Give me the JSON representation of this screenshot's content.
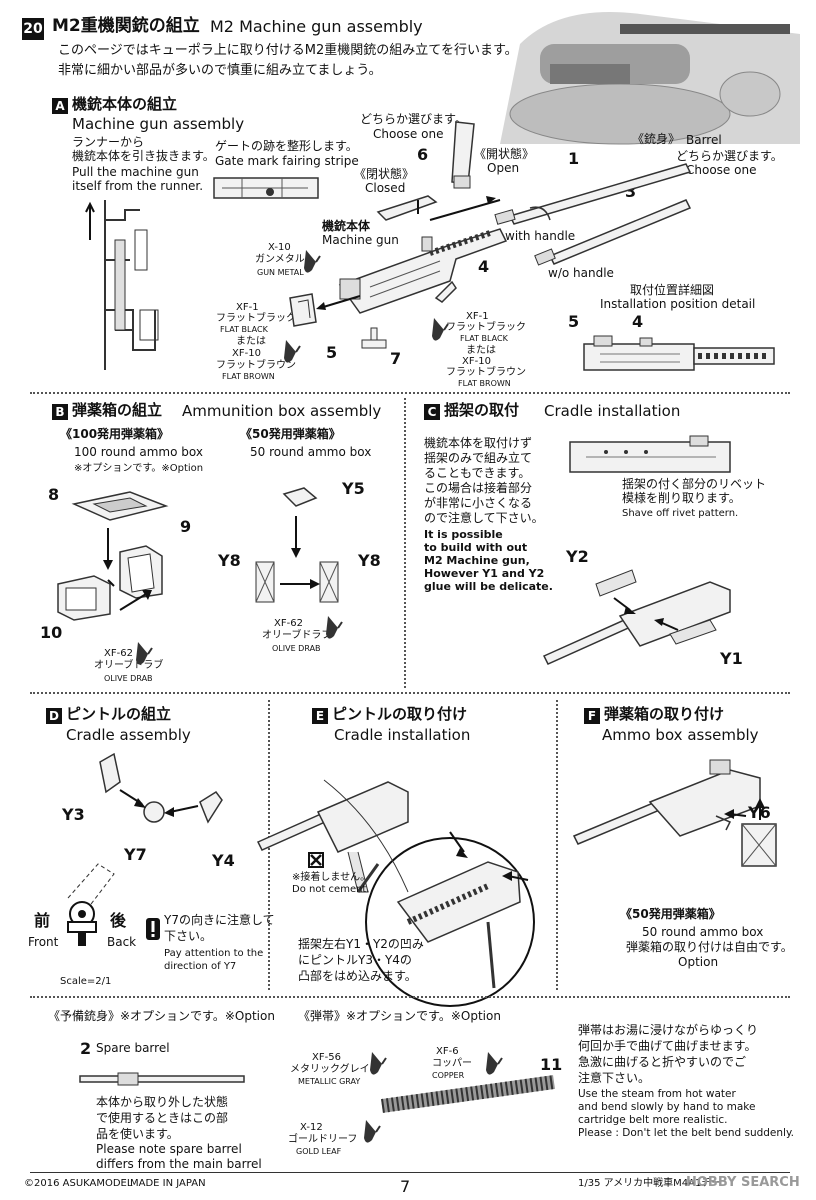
{
  "header": {
    "step": "20",
    "title_jp": "M2重機関銃の組立",
    "title_en": "M2 Machine gun assembly",
    "intro_1": "このページではキューポラ上に取り付けるM2重機関銃の組み立てを行います。",
    "intro_2": "非常に細かい部品が多いので慎重に組み立てましょう。"
  },
  "secA": {
    "letter": "A",
    "title_jp": "機銃本体の組立",
    "title_en": "Machine gun assembly",
    "runner_jp_1": "ランナーから",
    "runner_jp_2": "機銃本体を引き抜きます。",
    "runner_en_1": "Pull the machine gun",
    "runner_en_2": "itself from the runner.",
    "gate_jp": "ゲートの跡を整形します。",
    "gate_en": "Gate mark fairing stripe",
    "choose_jp": "どちらか選びます。",
    "choose_en": "Choose one",
    "closed_jp": "《閉状態》",
    "closed_en": "Closed",
    "open_jp": "《開状態》",
    "open_en": "Open",
    "barrel_jp": "《銃身》",
    "barrel_en": "Barrel",
    "choose2_jp": "どちらか選びます。",
    "choose2_en": "Choose one",
    "with_handle": "with handle",
    "wo_handle": "w/o handle",
    "body_jp": "機銃本体",
    "body_en": "Machine gun",
    "paint1_code": "X-10",
    "paint1_jp": "ガンメタル",
    "paint1_en": "GUN METAL",
    "paint2_code": "XF-1",
    "paint2_jp": "フラットブラック",
    "paint2_en": "FLAT BLACK",
    "or": "または",
    "paint3_code": "XF-10",
    "paint3_jp": "フラットブラウン",
    "paint3_en": "FLAT BROWN",
    "detail_jp": "取付位置詳細図",
    "detail_en": "Installation position detail",
    "n1": "1",
    "n3": "3",
    "n4": "4",
    "n5": "5",
    "n6": "6",
    "n7": "7"
  },
  "secB": {
    "letter": "B",
    "title_jp": "弾薬箱の組立",
    "title_en": "Ammunition box assembly",
    "box100_jp": "《100発用弾薬箱》",
    "box100_en": "100 round ammo box",
    "option": "※オプションです。※Option",
    "box50_jp": "《50発用弾薬箱》",
    "box50_en": "50 round ammo box",
    "paint_code": "XF-62",
    "paint_jp": "オリーブドラブ",
    "paint_en": "OLIVE DRAB",
    "n8": "8",
    "n9": "9",
    "n10": "10",
    "y5": "Y5",
    "y8a": "Y8",
    "y8b": "Y8"
  },
  "secC": {
    "letter": "C",
    "title_jp": "揺架の取付",
    "title_en": "Cradle installation",
    "note_jp": [
      "機銃本体を取付けず",
      "揺架のみで組み立て",
      "ることもできます。",
      "この場合は接着部分",
      "が非常に小さくなる",
      "ので注意して下さい。"
    ],
    "note_en": [
      "It is possible",
      "to build with out",
      "M2 Machine gun,",
      "However Y1 and Y2",
      "glue will be delicate."
    ],
    "rivet_jp_1": "揺架の付く部分のリベット",
    "rivet_jp_2": "模様を削り取ります。",
    "rivet_en": "Shave off rivet pattern.",
    "y2": "Y2",
    "y1": "Y1"
  },
  "secD": {
    "letter": "D",
    "title_jp": "ピントルの組立",
    "title_en": "Cradle assembly",
    "y3": "Y3",
    "y7": "Y7",
    "y4": "Y4",
    "front_jp": "前",
    "front_en": "Front",
    "back_jp": "後",
    "back_en": "Back",
    "attn_jp_1": "Y7の向きに注意して",
    "attn_jp_2": "下さい。",
    "attn_en_1": "Pay attention to the",
    "attn_en_2": "direction of Y7",
    "scale": "Scale=2/1"
  },
  "secE": {
    "letter": "E",
    "title_jp": "ピントルの取り付け",
    "title_en": "Cradle installation",
    "nocement_jp": "※接着しません。",
    "nocement_en": "Do not cement.",
    "fit_jp": [
      "揺架左右Y1・Y2の凹み",
      "にピントルY3・Y4の",
      "凸部をはめ込みます。"
    ]
  },
  "secF": {
    "letter": "F",
    "title_jp": "弾薬箱の取り付け",
    "title_en": "Ammo box assembly",
    "y6": "Y6",
    "box50_jp": "《50発用弾薬箱》",
    "box50_en_1": "50 round ammo box",
    "box50_jp_2": "弾薬箱の取り付けは自由です。",
    "box50_en_2": "Option"
  },
  "secG": {
    "spare_jp": "《予備銃身》※オプションです。※Option",
    "spare_n": "2",
    "spare_en": "Spare barrel",
    "spare_note_jp": [
      "本体から取り外した状態",
      "で使用するときはこの部",
      "品を使います。"
    ],
    "spare_note_en": [
      "Please note spare barrel",
      "differs from the main barrel"
    ],
    "belt_jp": "《弾帯》※オプションです。※Option",
    "p1_code": "XF-56",
    "p1_jp": "メタリックグレイ",
    "p1_en": "METALLIC GRAY",
    "p2_code": "XF-6",
    "p2_jp": "コッパー",
    "p2_en": "COPPER",
    "p3_code": "X-12",
    "p3_jp": "ゴールドリーフ",
    "p3_en": "GOLD LEAF",
    "n11": "11",
    "belt_note_jp": [
      "弾帯はお湯に浸けながらゆっくり",
      "何回か手で曲げて曲げませます。",
      "急激に曲げると折やすいのでご",
      "注意下さい。"
    ],
    "belt_note_en": [
      "Use the steam from hot water",
      "and bend slowly by hand to make",
      "cartridge belt more realistic.",
      "Please : Don't let the belt bend suddenly."
    ]
  },
  "footer": {
    "copyright": "©2016 ASUKAMODEL",
    "made": "MADE IN JAPAN",
    "page": "7",
    "kit": "1/35 アメリカ中戦車M4A1チー",
    "watermark": "HOBBY SEARCH"
  }
}
